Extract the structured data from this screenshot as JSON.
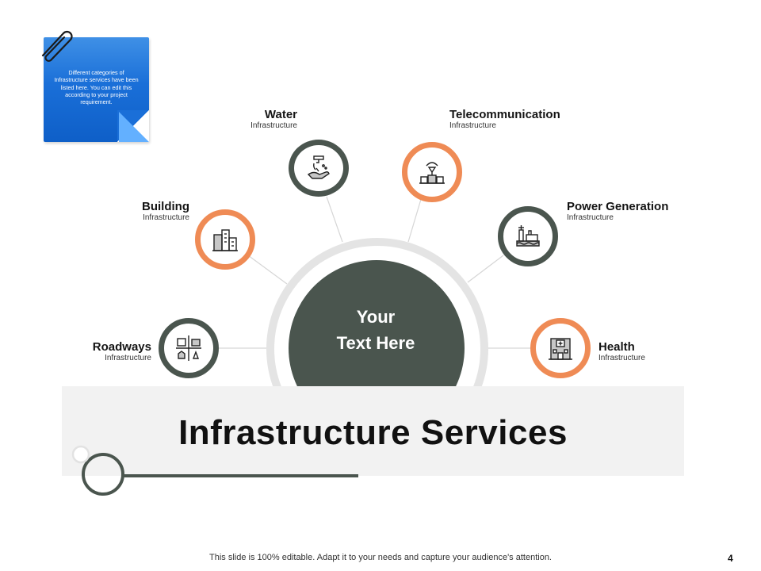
{
  "note": {
    "text": "Different categories of Infrastructure services have been listed here. You can edit this according to your project requirement."
  },
  "center": {
    "line1": "Your",
    "line2": "Text Here"
  },
  "items": {
    "water": {
      "title": "Water",
      "subtitle": "Infrastructure"
    },
    "telecom": {
      "title": "Telecommunication",
      "subtitle": "Infrastructure"
    },
    "building": {
      "title": "Building",
      "subtitle": "Infrastructure"
    },
    "power": {
      "title": "Power Generation",
      "subtitle": "Infrastructure"
    },
    "roadways": {
      "title": "Roadways",
      "subtitle": "Infrastructure"
    },
    "health": {
      "title": "Health",
      "subtitle": "Infrastructure"
    }
  },
  "banner": {
    "title": "Infrastructure Services"
  },
  "footer": {
    "text": "This slide is 100% editable. Adapt it to your needs and capture your audience's attention.",
    "page": "4"
  },
  "colors": {
    "dark": "#4a554e",
    "orange": "#ef8b55",
    "note_blue": "#1a6fd8",
    "banner_bg": "#f2f2f2"
  },
  "icons": {
    "water": "water-tap-hand-icon",
    "telecom": "satellite-dish-icon",
    "building": "city-buildings-icon",
    "power": "power-plant-icon",
    "roadways": "city-roads-icon",
    "health": "hospital-icon"
  }
}
